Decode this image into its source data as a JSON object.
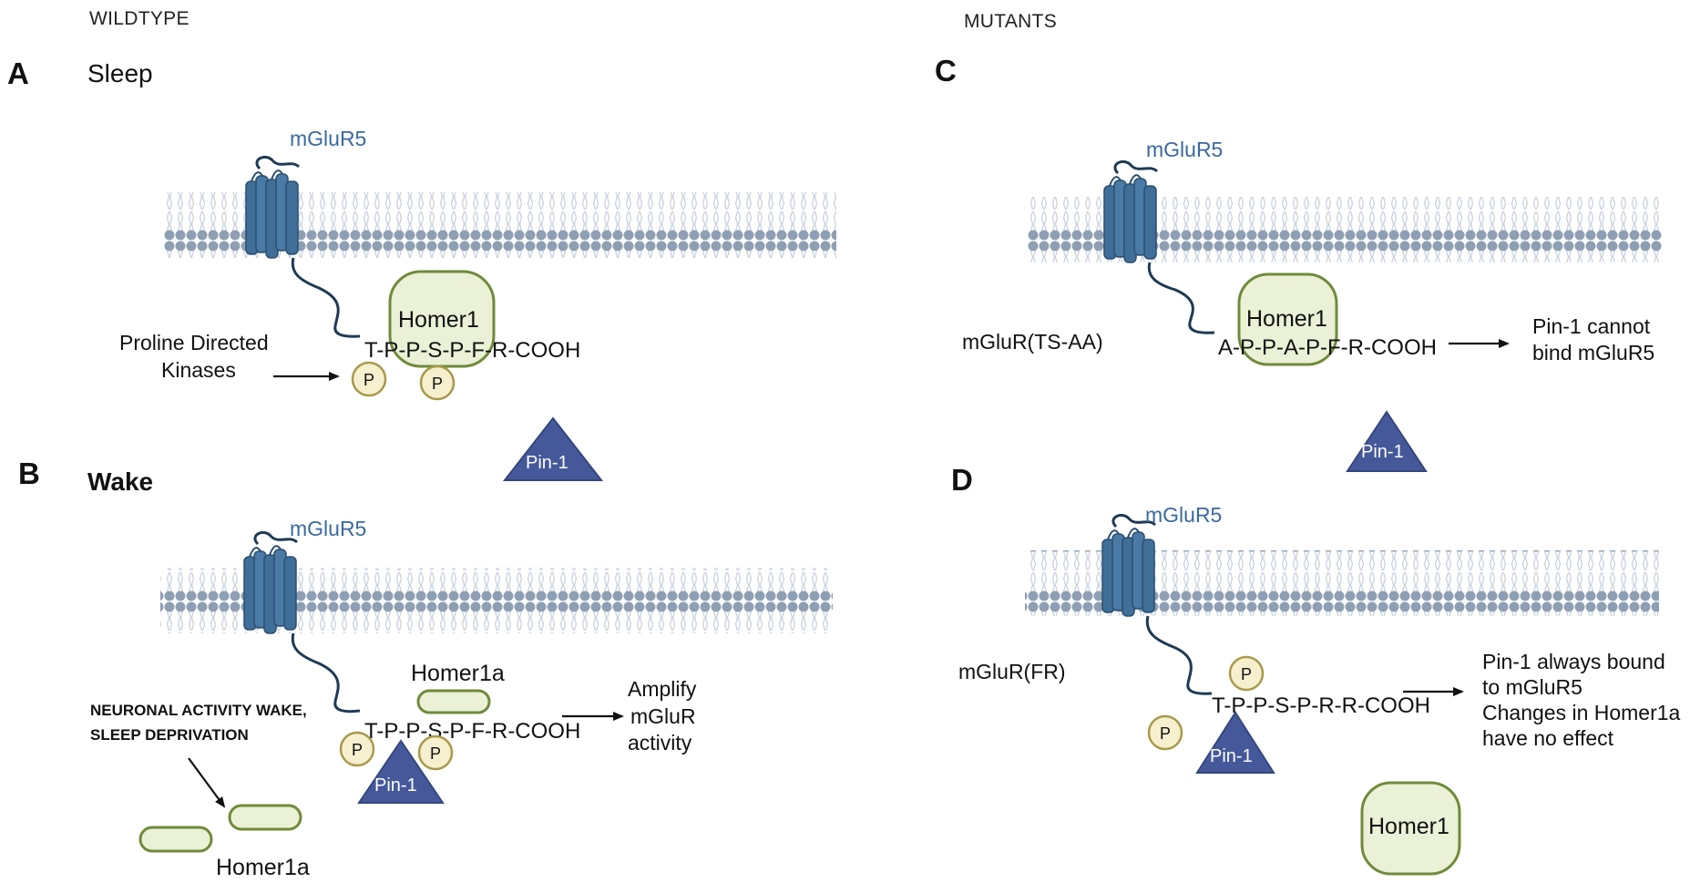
{
  "headers": {
    "left": "WILDTYPE",
    "right": "MUTANTS"
  },
  "colors": {
    "receptor": "#3f6f99",
    "receptor_dark": "#2b4f70",
    "lipid_head": "#8e9fb3",
    "homer_fill": "#eaf1d7",
    "homer_stroke": "#6f8b3a",
    "pin": "#45599a",
    "phospho_fill": "#f6f0cf",
    "phospho_stroke": "#a89a4a"
  },
  "icons": [
    "mglur5-receptor-icon",
    "membrane-bilayer-icon",
    "homer1-icon",
    "pin1-icon",
    "phosphate-icon",
    "arrow-icon"
  ],
  "panels": {
    "a": {
      "letter": "A",
      "title": "Sleep",
      "receptor": "mGluR5",
      "sequence": "T-P-P-S-P-F-R-COOH",
      "homer": "Homer1",
      "kinase_line1": "Proline Directed",
      "kinase_line2": "Kinases",
      "phospho": "P",
      "pin": "Pin-1"
    },
    "b": {
      "letter": "B",
      "title": "Wake",
      "receptor": "mGluR5",
      "sequence": "T-P-P-S-P-F-R-COOH",
      "homer1a": "Homer1a",
      "activity_line1": "NEURONAL ACTIVITY  WAKE,",
      "activity_line2": "SLEEP DEPRIVATION",
      "result_line1": "Amplify",
      "result_line2": "mGluR",
      "result_line3": "activity",
      "homer1a_bottom": "Homer1a",
      "phospho": "P",
      "pin": "Pin-1"
    },
    "c": {
      "letter": "C",
      "receptor": "mGluR5",
      "mutant": "mGluR(TS-AA)",
      "sequence": "A-P-P-A-P-F-R-COOH",
      "homer": "Homer1",
      "result_line1": "Pin-1 cannot",
      "result_line2": "bind mGluR5",
      "pin": "Pin-1"
    },
    "d": {
      "letter": "D",
      "receptor": "mGluR5",
      "mutant": "mGluR(FR)",
      "sequence": "T-P-P-S-P-R-R-COOH",
      "result_line1": "Pin-1 always bound",
      "result_line2": "to mGluR5",
      "result_line3": "Changes in Homer1a",
      "result_line4": "have no effect",
      "homer": "Homer1",
      "phospho": "P",
      "pin": "Pin-1"
    }
  }
}
